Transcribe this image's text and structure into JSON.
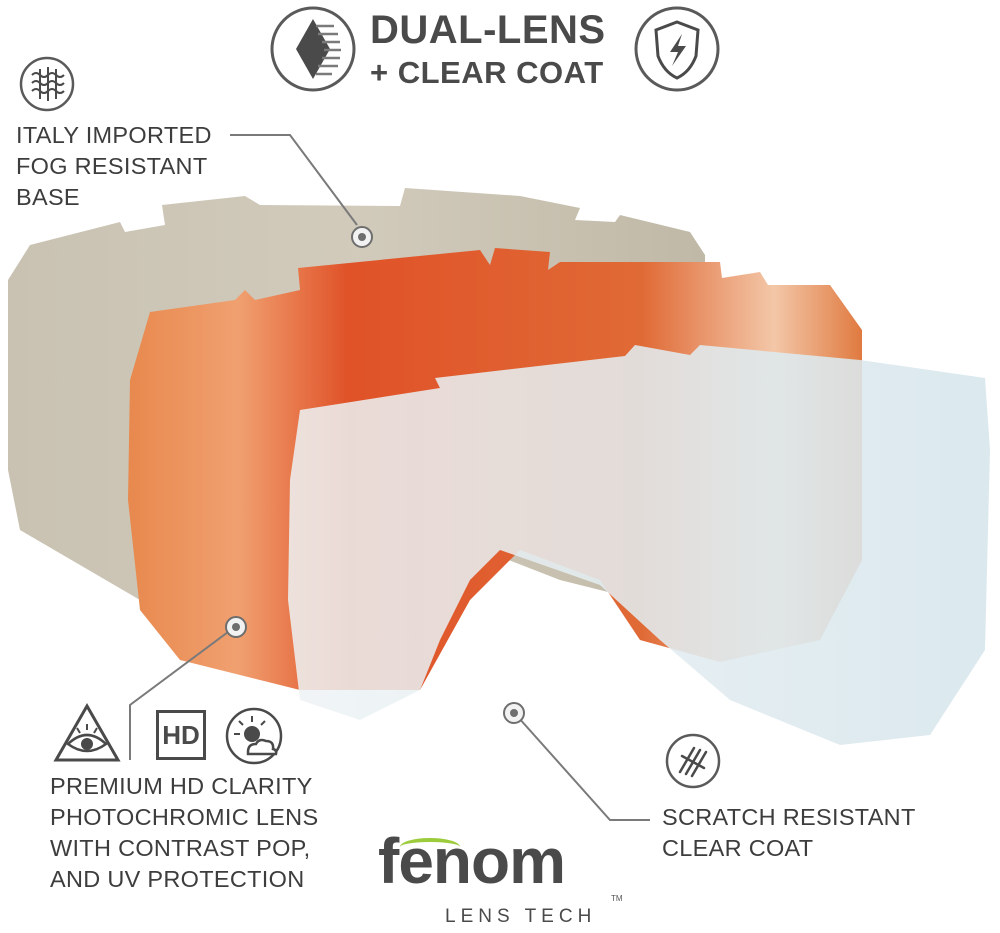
{
  "header": {
    "title": "DUAL-LENS",
    "subtitle": "+ CLEAR COAT",
    "left_icon": "diamond-lens-icon",
    "right_icon": "shield-bolt-icon"
  },
  "callouts": {
    "base": {
      "icon": "wave-grid-icon",
      "lines": [
        "ITALY IMPORTED",
        "FOG RESISTANT",
        "BASE"
      ]
    },
    "photochromic": {
      "icons": [
        "eye-pyramid-icon",
        "hd-badge-icon",
        "sun-cloud-icon"
      ],
      "hd_label": "HD",
      "lines": [
        "PREMIUM HD CLARITY",
        "PHOTOCHROMIC LENS",
        "WITH CONTRAST POP,",
        "AND UV PROTECTION"
      ]
    },
    "clear_coat": {
      "icon": "scratch-marks-icon",
      "lines": [
        "SCRATCH RESISTANT",
        "CLEAR COAT"
      ]
    }
  },
  "brand": {
    "name": "fenom",
    "tagline": "LENS TECH",
    "tm": "TM"
  },
  "colors": {
    "text": "#3f3f3f",
    "base_lens": "#c9c2b2",
    "photochromic_lens": "#e0592a",
    "clear_coat": "#d6e6ec",
    "logo_accent": "#9ccc3c"
  }
}
